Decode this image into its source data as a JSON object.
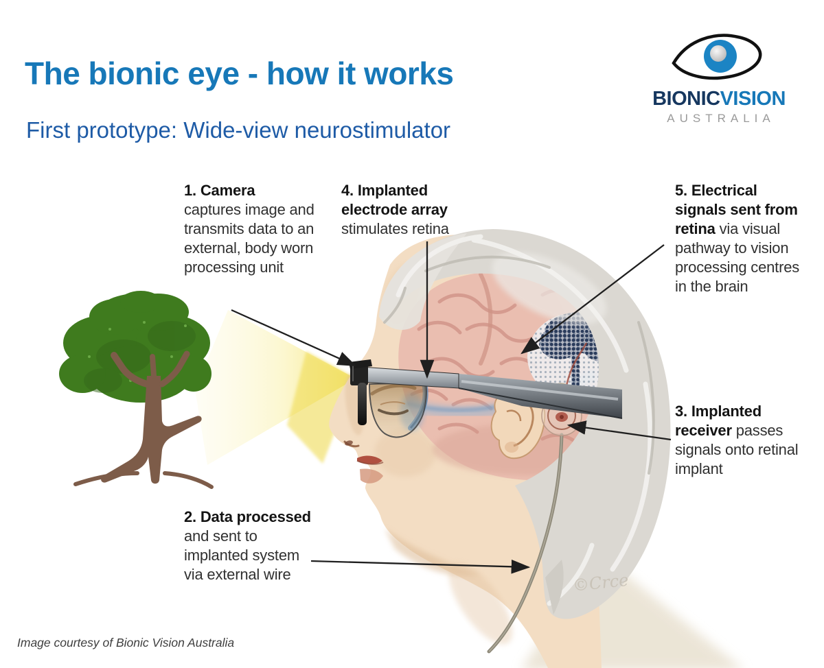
{
  "header": {
    "title": "The bionic eye - how it works",
    "subtitle": "First prototype: Wide-view neurostimulator"
  },
  "logo": {
    "name_primary": "BIONIC",
    "name_secondary": "VISION",
    "tagline": "AUSTRALIA"
  },
  "annotations": [
    {
      "id": "camera",
      "lead": "1. Camera",
      "body": " captures image and transmits data to an external, body worn processing unit"
    },
    {
      "id": "data-processed",
      "lead": "2. Data processed",
      "body": " and sent to implanted system via external wire"
    },
    {
      "id": "implanted-receiver",
      "lead": "3. Implanted receiver",
      "body": " passes signals onto retinal implant"
    },
    {
      "id": "electrode-array",
      "lead": "4. Implanted electrode array",
      "body": " stimulates retina"
    },
    {
      "id": "electrical-signals",
      "lead": "5. Electrical signals sent from retina",
      "body": " via visual pathway to vision processing centres in the brain"
    }
  ],
  "footer": {
    "credit": "Image courtesy of Bionic Vision Australia"
  },
  "illustration": {
    "signature": "©Crce",
    "scene": "profile head with implanted bionic eye, camera glasses viewing a tree, perceived phosphene tree in visual cortex"
  },
  "colors": {
    "title_blue": "#1778b8",
    "subtitle_blue": "#1e5ba6",
    "logo_navy": "#16375f",
    "logo_gray": "#9a9a9a",
    "beam_yellow": "#f0dc55",
    "tree_green": "#3f7b1e",
    "trunk_brown": "#7d5c49",
    "brain_pink": "#e9bdb0",
    "annotation_text": "#303030"
  }
}
